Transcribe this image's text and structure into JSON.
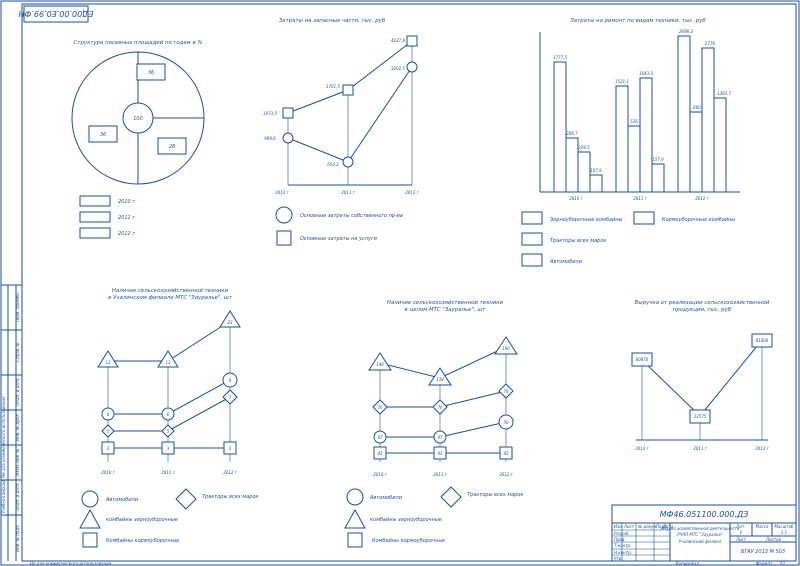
{
  "doc_code_rotated": "ЕД00.00.Е0.99.ФН",
  "pie": {
    "title": "Структура посевных площадей по годам в %",
    "center_label": "100",
    "segments": [
      "36",
      "36",
      "28"
    ],
    "legend": [
      "2010 г",
      "2011 г",
      "2012 г"
    ]
  },
  "spare_parts": {
    "title": "Затраты на запасные части, тыс. руб",
    "years": [
      "2010 г",
      "2011 г",
      "2012 г"
    ],
    "upper_labels": [
      "1973,5",
      "1761,5",
      "4227,8"
    ],
    "lower_labels": [
      "999,6",
      "654,2",
      "3202,5"
    ],
    "legend": [
      "Основные затраты собственного пр-ва",
      "Основные затраты на услуги"
    ]
  },
  "repair": {
    "title": "Затраты на ремонт по видам техники, тыс. руб",
    "years": [
      "2010 г",
      "2011 г",
      "2012 г"
    ],
    "labels": {
      "g2010": [
        "1777,5",
        "288,7",
        "229,5",
        "107,9"
      ],
      "g2011": [
        "1521,1",
        "526",
        "1643,3",
        "157,9"
      ],
      "g2012": [
        "2696,2",
        "600",
        "2776",
        "1393,7"
      ]
    },
    "legend": [
      "Зерноуборочные комбайны",
      "Кормоуборочные комбайны",
      "Тракторы всех марок",
      "Автомобили"
    ]
  },
  "equipment_branch": {
    "title_l1": "Наличие сельскохозяйственной техники",
    "title_l2": "в Учалинском филиале МТС \"Зауралье\", шт",
    "years": [
      "2010 г",
      "2011 г",
      "2012 г"
    ],
    "series_triangle": [
      "13",
      "13",
      "23"
    ],
    "series_circle": [
      "6",
      "6",
      "8"
    ],
    "series_diamond": [
      "5",
      "5",
      "7"
    ],
    "series_square": [
      "3",
      "3",
      "3"
    ],
    "legend": [
      "Автомобили",
      "Тракторы всех марок",
      "комбайны зерноуборочные",
      "Комбайны кормоуборочные"
    ]
  },
  "equipment_center": {
    "title_l1": "Наличие сельскохозяйственной техники",
    "title_l2": "в целом МТС \"Зауралье\", шт",
    "years": [
      "2010 г",
      "2011 г",
      "2012 г"
    ],
    "series_triangle": [
      "140",
      "138",
      "190"
    ],
    "series_diamond": [
      "76",
      "76",
      "78"
    ],
    "series_circle": [
      "47",
      "47",
      "50"
    ],
    "series_square": [
      "43",
      "43",
      "43"
    ],
    "legend": [
      "Автомобили",
      "Тракторы всех марок",
      "комбайны зерноуборочные",
      "Комбайны кормоуборочные"
    ]
  },
  "revenue": {
    "title_l1": "Выручка от реализации сельскохозяйственной",
    "title_l2": "продукции, тыс. руб",
    "years": [
      "2010 г",
      "2011 г",
      "2012 г"
    ],
    "labels": [
      "60870",
      "33575",
      "81000"
    ]
  },
  "stamp": {
    "doc_code": "МФ46.051100.000.ДЗ",
    "title_l1": "Анализ хозяйственной деятельности",
    "title_l2": "РЧАП МТС \"Зауралье\"",
    "title_l3": "Учалинский филиал",
    "org": "БГАУ 2013 М 503",
    "headers": [
      "Лит.",
      "Масса",
      "Масштаб"
    ],
    "lit": "У",
    "scale": "1:1",
    "sheet_label": "Лист",
    "sheets_label": "Листов",
    "row_labels": [
      "Изм.",
      "Лист",
      "№ докум.",
      "Подп.",
      "Дата",
      "Разраб.",
      "Пров.",
      "Т.контр.",
      "Н.контр.",
      "Утв."
    ],
    "footer_copy": "Копировал",
    "footer_format": "Формат",
    "footer_format_val": "А1"
  },
  "side_column": {
    "labels": [
      "Перв. примен.",
      "Справ. №",
      "Подп. и дата",
      "Инв. № дубл.",
      "Взам. инв. №",
      "Подп. и дата",
      "Инв. № подл."
    ],
    "note": "Учебная версия. Не для коммерческого использования"
  },
  "footer_note": "Не для коммерческого использования",
  "colors": {
    "ink": "#1a4f9c",
    "paper": "#ffffff"
  }
}
